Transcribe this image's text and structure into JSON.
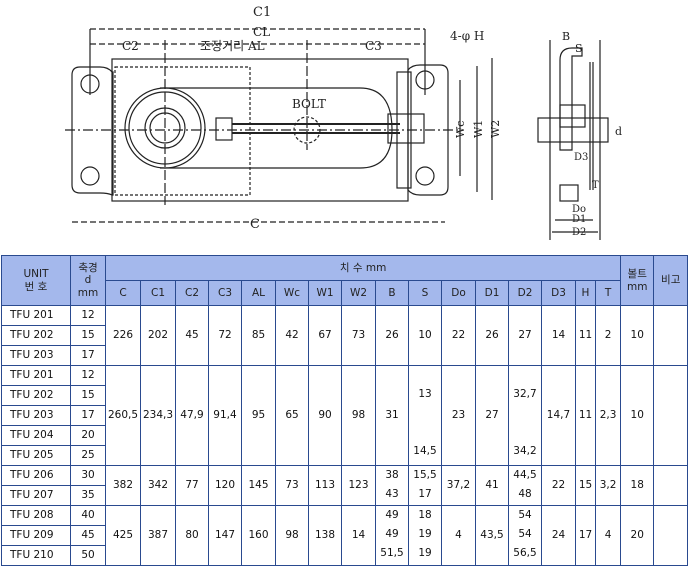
{
  "drawing": {
    "labels": {
      "c1": "C1",
      "cl": "CL",
      "c2": "C2",
      "al": "조정거리 AL",
      "c3": "C3",
      "hole": "4-φ H",
      "bolt": "BOLT",
      "wc": "Wc",
      "w1": "W1",
      "w2": "W2",
      "c": "C",
      "b": "B",
      "s": "S",
      "d": "d",
      "d3": "D3",
      "t": "T",
      "do": "Do",
      "d1": "D1",
      "d2": "D2"
    }
  },
  "table": {
    "header": {
      "unit": "UNIT\n번 호",
      "shaft": "축경\nd\nmm",
      "dims": "치 수 mm",
      "bolt": "볼트\nmm",
      "note": "비고"
    },
    "columns": [
      "C",
      "C1",
      "C2",
      "C3",
      "AL",
      "Wc",
      "W1",
      "W2",
      "B",
      "S",
      "Do",
      "D1",
      "D2",
      "D3",
      "H",
      "T"
    ],
    "groups": [
      {
        "units": [
          {
            "name": "TFU 201",
            "d": "12"
          },
          {
            "name": "TFU 202",
            "d": "15"
          },
          {
            "name": "TFU 203",
            "d": "17"
          }
        ],
        "values": [
          [
            "226"
          ],
          [
            "202"
          ],
          [
            "45"
          ],
          [
            "72"
          ],
          [
            "85"
          ],
          [
            "42"
          ],
          [
            "67"
          ],
          [
            "73"
          ],
          [
            "26"
          ],
          [
            "10"
          ],
          [
            "22"
          ],
          [
            "26"
          ],
          [
            "27"
          ],
          [
            "14"
          ],
          [
            "11"
          ],
          [
            "2"
          ]
        ],
        "bolt": "10",
        "note": ""
      },
      {
        "units": [
          {
            "name": "TFU 201",
            "d": "12"
          },
          {
            "name": "TFU 202",
            "d": "15"
          },
          {
            "name": "TFU 203",
            "d": "17"
          },
          {
            "name": "TFU 204",
            "d": "20"
          },
          {
            "name": "TFU 205",
            "d": "25"
          }
        ],
        "values": [
          [
            "260,5"
          ],
          [
            "234,3"
          ],
          [
            "47,9"
          ],
          [
            "91,4"
          ],
          [
            "95"
          ],
          [
            "65"
          ],
          [
            "90"
          ],
          [
            "98"
          ],
          [
            "31"
          ],
          [
            "",
            "13",
            "",
            "",
            "14,5"
          ],
          [
            "23"
          ],
          [
            "27"
          ],
          [
            "",
            "32,7",
            "",
            "",
            "34,2"
          ],
          [
            "14,7"
          ],
          [
            "11"
          ],
          [
            "2,3"
          ]
        ],
        "bolt": "10",
        "note": ""
      },
      {
        "units": [
          {
            "name": "TFU 206",
            "d": "30"
          },
          {
            "name": "TFU 207",
            "d": "35"
          }
        ],
        "values": [
          [
            "382"
          ],
          [
            "342"
          ],
          [
            "77"
          ],
          [
            "120"
          ],
          [
            "145"
          ],
          [
            "73"
          ],
          [
            "113"
          ],
          [
            "123"
          ],
          [
            "38",
            "43"
          ],
          [
            "15,5",
            "17"
          ],
          [
            "37,2"
          ],
          [
            "41"
          ],
          [
            "44,5",
            "48"
          ],
          [
            "22"
          ],
          [
            "15"
          ],
          [
            "3,2"
          ]
        ],
        "bolt": "18",
        "note": ""
      },
      {
        "units": [
          {
            "name": "TFU 208",
            "d": "40"
          },
          {
            "name": "TFU 209",
            "d": "45"
          },
          {
            "name": "TFU 210",
            "d": "50"
          }
        ],
        "values": [
          [
            "425"
          ],
          [
            "387"
          ],
          [
            "80"
          ],
          [
            "147"
          ],
          [
            "160"
          ],
          [
            "98"
          ],
          [
            "138"
          ],
          [
            "14"
          ],
          [
            "49",
            "49",
            "51,5"
          ],
          [
            "18",
            "19",
            "19"
          ],
          [
            "4"
          ],
          [
            "43,5"
          ],
          [
            "54",
            "54",
            "56,5"
          ],
          [
            "24"
          ],
          [
            "17"
          ],
          [
            "4"
          ]
        ],
        "bolt": "20",
        "note": ""
      }
    ]
  }
}
